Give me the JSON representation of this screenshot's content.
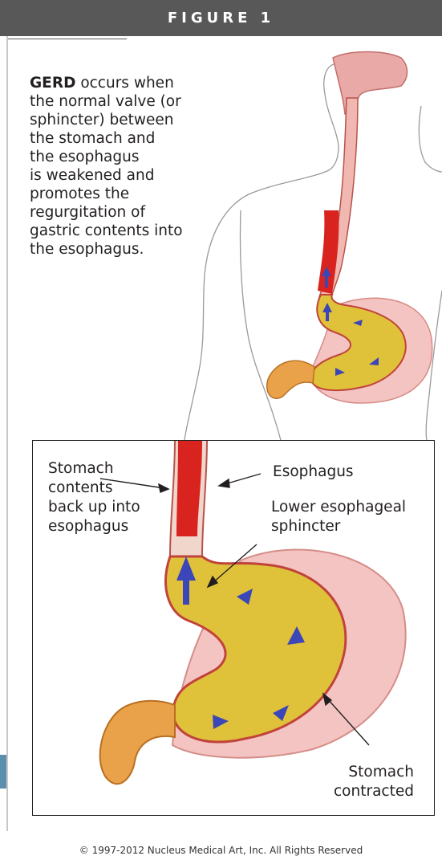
{
  "header": {
    "title": "FIGURE 1"
  },
  "intro": {
    "bold_term": "GERD",
    "lines": [
      " occurs when",
      "the normal valve (or",
      "sphincter) between",
      "the stomach and",
      "the esophagus",
      "is weakened and",
      "promotes the",
      "regurgitation of",
      "gastric contents into",
      "the esophagus."
    ]
  },
  "labels": {
    "stomach_contents": [
      "Stomach",
      "contents",
      "back up into",
      "esophagus"
    ],
    "esophagus": "Esophagus",
    "sphincter": [
      "Lower esophageal",
      "sphincter"
    ],
    "stomach_contracted": [
      "Stomach",
      "contracted"
    ]
  },
  "credit": "© 1997-2012 Nucleus Medical Art, Inc. All Rights Reserved",
  "colors": {
    "header_bg": "#585858",
    "stomach_fill": "#e0c23a",
    "stomach_wall": "#d9534a",
    "stomach_outer": "#f3c4c1",
    "esophagus_red": "#d8231f",
    "arrow_blue": "#3b47b8",
    "intestine": "#e9a24a"
  }
}
